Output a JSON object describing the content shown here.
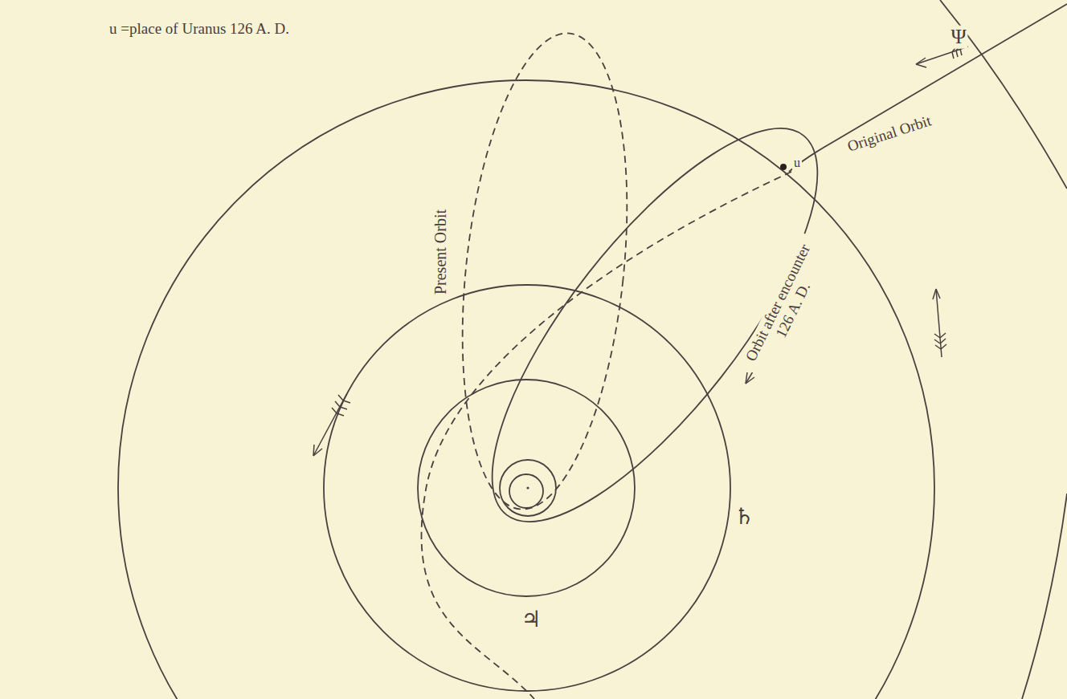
{
  "diagram": {
    "labels": [
      "u =place of Uranus 126 A. D.",
      "Ψ",
      "Original Orbit",
      "u",
      "Orbit after encounter 126 A. D.",
      "Present Orbit",
      "♄",
      "♃"
    ]
  }
}
